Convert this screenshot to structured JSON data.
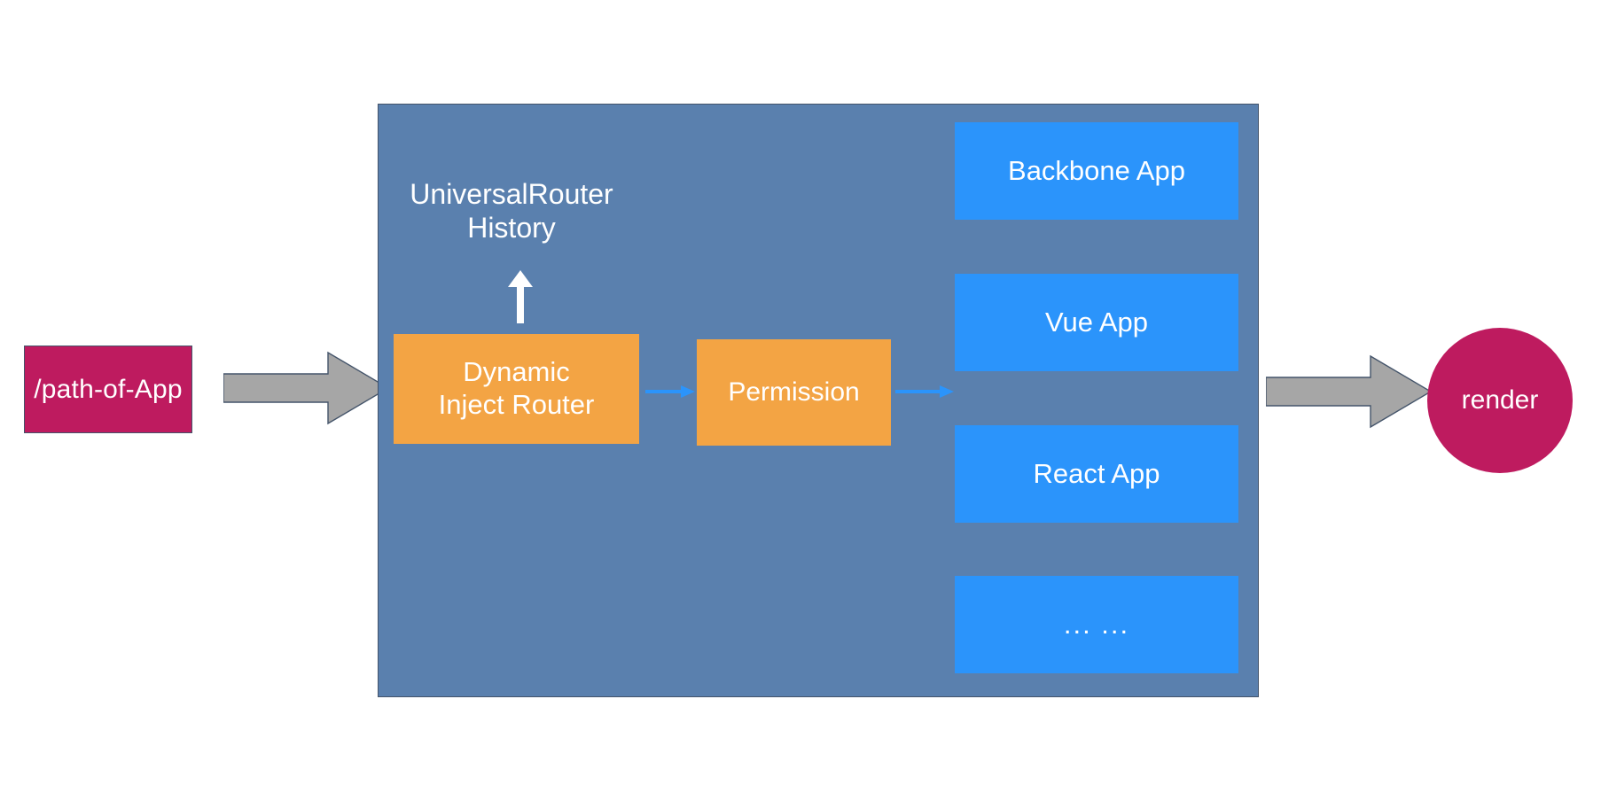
{
  "diagram": {
    "title": "Dynamic Inject Router architecture flow",
    "colors": {
      "magenta": "#be1b5f",
      "container_blue": "#5a80ae",
      "orange": "#f3a444",
      "app_blue": "#2b94fb",
      "arrow_gray": "#a6a6a6",
      "arrow_gray_outline": "#44546a",
      "connector_blue": "#2b94fb",
      "text_white": "#ffffff",
      "background": "#ffffff"
    },
    "input": {
      "label": "/path-of-App"
    },
    "container": {
      "history_label": "UniversalRouter\nHistory",
      "router_box": "Dynamic\nInject Router",
      "permission_box": "Permission",
      "apps": [
        {
          "label": "Backbone App"
        },
        {
          "label": "Vue App"
        },
        {
          "label": "React App"
        },
        {
          "label": "... ..."
        }
      ]
    },
    "output": {
      "label": "render"
    },
    "connectors": {
      "input_to_container": "gray-block-arrow-right",
      "router_to_permission": "blue-arrow-right",
      "permission_to_apps": "blue-arrow-right",
      "history_uplink": "white-arrow-up",
      "container_to_render": "gray-block-arrow-right"
    }
  }
}
